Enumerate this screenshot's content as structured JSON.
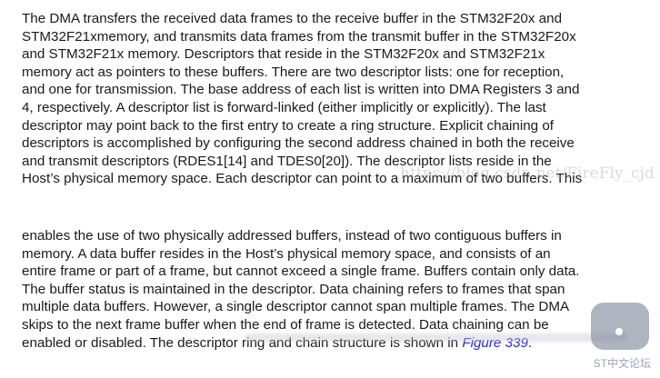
{
  "paragraph1": [
    "The DMA transfers the received data frames to the receive buffer in the STM32F20x and",
    "STM32F21xmemory, and transmits data frames from the transmit buffer in the STM32F20x",
    "and STM32F21x memory. Descriptors that reside in the STM32F20x and STM32F21x",
    "memory act as pointers to these buffers. There are two descriptor lists: one for reception,",
    "and one for transmission. The base address of each list is written into DMA Registers 3 and",
    "4, respectively. A descriptor list is forward-linked (either implicitly or explicitly). The last",
    "descriptor may point back to the first entry to create a ring structure. Explicit chaining of",
    "descriptors is accomplished by configuring the second address chained in both the receive",
    "and transmit descriptors (RDES1[14] and TDES0[20]). The descriptor lists reside in the",
    "Host’s physical memory space. Each descriptor can point to a maximum of two buffers. This"
  ],
  "paragraph2": [
    "enables the use of two physically addressed buffers, instead of two contiguous buffers in",
    "memory. A data buffer resides in the Host’s physical memory space, and consists of an",
    "entire frame or part of a frame, but cannot exceed a single frame. Buffers contain only data.",
    "The buffer status is maintained in the descriptor. Data chaining refers to frames that span",
    "multiple data buffers. However, a single descriptor cannot span multiple frames. The DMA",
    "skips to the next frame buffer when the end of frame is detected. Data chaining can be",
    "enabled or disabled. The descriptor ring and chain structure is shown in "
  ],
  "figure_link": "Figure 339",
  "final_period": ".",
  "watermark": "https://blog.csdn.net/FireFly_cjd",
  "brand": "ST中文论坛"
}
